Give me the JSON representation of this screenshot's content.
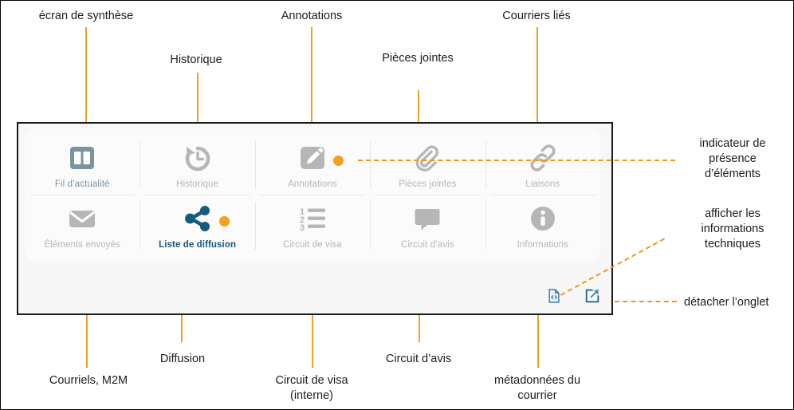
{
  "diagram": {
    "title_labels_top": [
      {
        "text": "écran de synthèse"
      },
      {
        "text": "Historique"
      },
      {
        "text": "Annotations"
      },
      {
        "text": "Pièces jointes"
      },
      {
        "text": "Courriers liés"
      }
    ],
    "labels_bottom": [
      {
        "text": "Courriels, M2M"
      },
      {
        "text": "Diffusion"
      },
      {
        "text": "Circuit de visa\n(interne)"
      },
      {
        "text": "Circuit d’avis"
      },
      {
        "text": "métadonnées du\ncourrier"
      }
    ],
    "labels_right": [
      {
        "text": "indicateur de\nprésence\nd’éléments"
      },
      {
        "text": "afficher les\ninformations\ntechniques"
      },
      {
        "text": "détacher l’onglet"
      }
    ]
  },
  "panel": {
    "tiles": [
      {
        "label": "Fil d’actualité",
        "icon": "dashboard-columns-icon",
        "state": "accent-blue",
        "dot": false
      },
      {
        "label": "Historique",
        "icon": "history-clock-icon",
        "state": "muted",
        "dot": false
      },
      {
        "label": "Annotations",
        "icon": "pencil-square-icon",
        "state": "muted",
        "dot": true
      },
      {
        "label": "Pièces jointes",
        "icon": "paperclip-icon",
        "state": "muted",
        "dot": false
      },
      {
        "label": "Liaisons",
        "icon": "link-chain-icon",
        "state": "muted",
        "dot": false
      },
      {
        "label": "Éléments envoyés",
        "icon": "envelope-icon",
        "state": "muted",
        "dot": false
      },
      {
        "label": "Liste de diffusion",
        "icon": "share-nodes-icon",
        "state": "active",
        "dot": true
      },
      {
        "label": "Circuit de visa",
        "icon": "numbered-list-icon",
        "state": "muted",
        "dot": false
      },
      {
        "label": "Circuit d’avis",
        "icon": "speech-bubble-icon",
        "state": "muted",
        "dot": false
      },
      {
        "label": "Informations",
        "icon": "info-circle-icon",
        "state": "muted",
        "dot": false
      }
    ],
    "actions": [
      {
        "name": "technical-info-icon",
        "title": "afficher les informations techniques"
      },
      {
        "name": "detach-tab-icon",
        "title": "détacher l’onglet"
      }
    ]
  },
  "colors": {
    "accent_orange": "#f5a01e",
    "leader_orange": "#f5941e",
    "active_blue": "#155b7d",
    "muted_gray": "#b6b6b6",
    "steel_blue": "#7b93a0",
    "frame_black": "#1a1a1a"
  }
}
